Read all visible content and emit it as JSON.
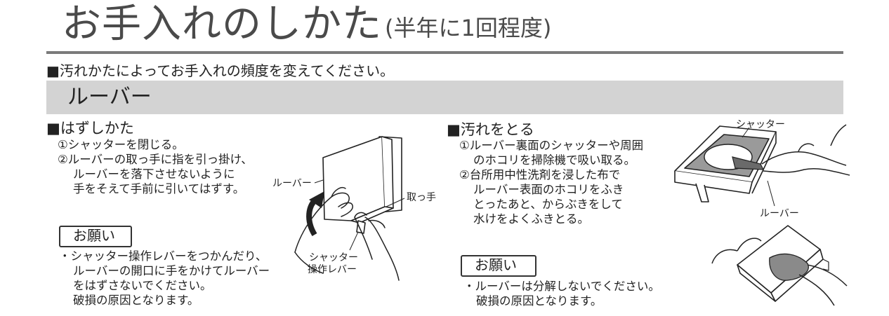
{
  "title": {
    "main": "お手入れのしかた",
    "sub": "(半年に1回程度)"
  },
  "intro": "■汚れかたによってお手入れの頻度を変えてください。",
  "section_title": "ルーバー",
  "removal": {
    "heading": "■はずしかた",
    "steps": [
      {
        "marker": "①",
        "lines": [
          "シャッターを閉じる。"
        ]
      },
      {
        "marker": "②",
        "lines": [
          "ルーバーの取っ手に指を引っ掛け、",
          "ルーバーを落下させないように",
          "手をそえて手前に引いてはずす。"
        ]
      }
    ],
    "notice_label": "お願い",
    "notice_lines": [
      "・シャッター操作レバーをつかんだり、",
      "ルーバーの開口に手をかけてルーバー",
      "をはずさないでください。",
      "破損の原因となります。"
    ],
    "figure_labels": {
      "louver": "ルーバー",
      "handle": "取っ手",
      "lever_line1": "シャッター",
      "lever_line2": "操作レバー"
    }
  },
  "cleaning": {
    "heading": "■汚れをとる",
    "steps": [
      {
        "marker": "①",
        "lines": [
          "ルーバー裏面のシャッターや周囲",
          "のホコリを掃除機で吸い取る。"
        ]
      },
      {
        "marker": "②",
        "lines": [
          "台所用中性洗剤を浸した布で",
          "ルーバー表面のホコリをふき",
          "とったあと、からぶきをして",
          "水けをよくふきとる。"
        ]
      }
    ],
    "notice_label": "お願い",
    "notice_lines": [
      "・ルーバーは分解しないでください。",
      "破損の原因となります。"
    ],
    "figure_labels": {
      "shutter": "シャッター",
      "louver": "ルーバー"
    }
  }
}
